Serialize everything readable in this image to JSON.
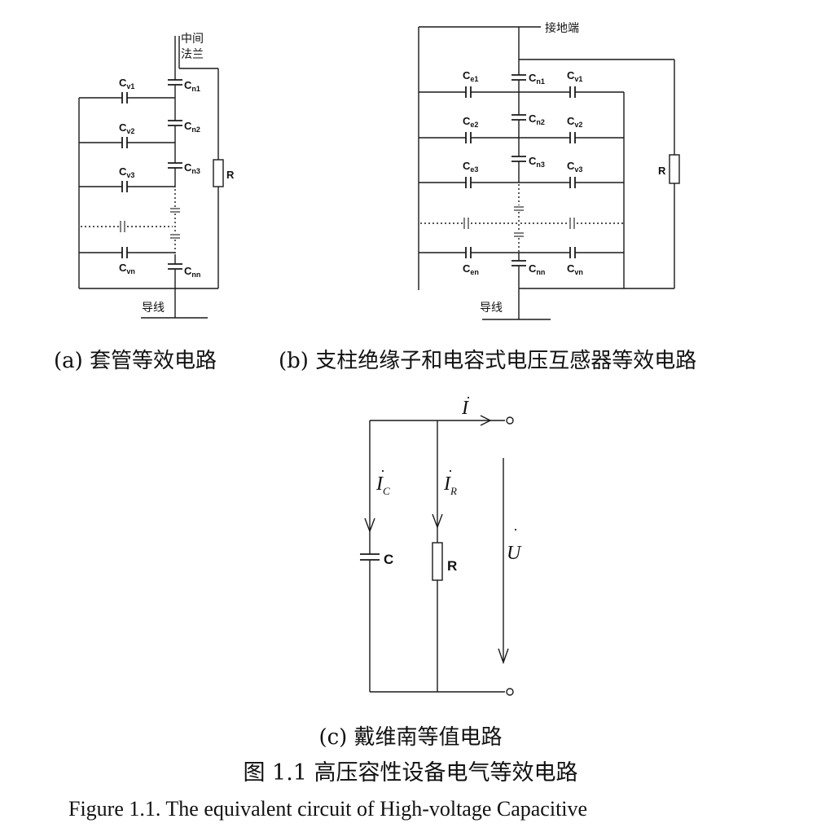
{
  "circuit_a": {
    "top_label_1": "中间",
    "top_label_2": "法兰",
    "bottom_label": "导线",
    "cn": [
      "n1",
      "n2",
      "n3",
      "nn"
    ],
    "cv": [
      "v1",
      "v2",
      "v3",
      "vn"
    ],
    "r_label": "R",
    "c_prefix": "C"
  },
  "circuit_b": {
    "top_label": "接地端",
    "bottom_label": "导线",
    "ce": [
      "e1",
      "e2",
      "e3",
      "en"
    ],
    "cn": [
      "n1",
      "n2",
      "n3",
      "nn"
    ],
    "cv": [
      "v1",
      "v2",
      "v3",
      "vn"
    ],
    "r_label": "R",
    "c_prefix": "C"
  },
  "circuit_c": {
    "i_total": "I",
    "i_c": "I",
    "i_c_sub": "C",
    "i_r": "I",
    "i_r_sub": "R",
    "voltage": "U",
    "c_label": "C",
    "r_label": "R"
  },
  "captions": {
    "a": "(a) 套管等效电路",
    "b": "(b) 支柱绝缘子和电容式电压互感器等效电路",
    "c": "(c) 戴维南等值电路",
    "figure_cn": "图 1.1 高压容性设备电气等效电路",
    "figure_en": "Figure 1.1. The equivalent circuit of High-voltage Capacitive"
  }
}
